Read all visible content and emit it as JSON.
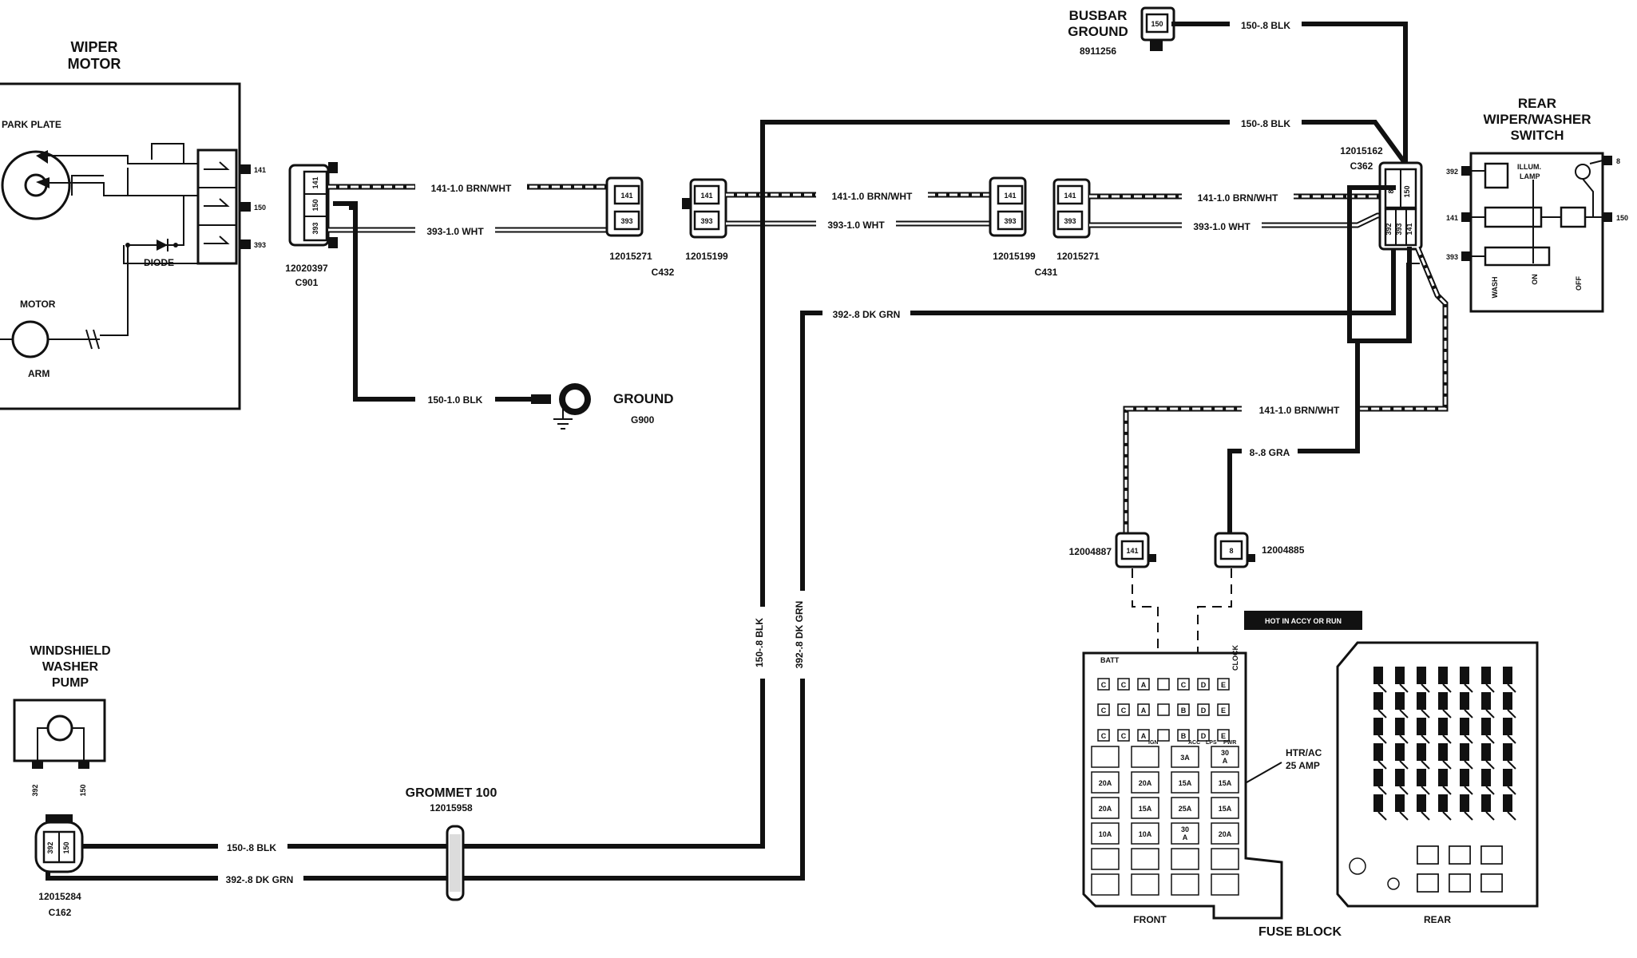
{
  "wiper_motor": {
    "title_line1": "WIPER",
    "title_line2": "MOTOR",
    "park_plate": "PARK PLATE",
    "diode": "DIODE",
    "motor": "MOTOR",
    "arm": "ARM",
    "pins": [
      "141",
      "150",
      "393"
    ]
  },
  "c901": {
    "part": "12020397",
    "id": "C901",
    "pins": [
      "141",
      "150",
      "393"
    ]
  },
  "ground": {
    "label": "GROUND",
    "id": "G900",
    "wire": "150-1.0 BLK"
  },
  "wires": {
    "w141_1": "141-1.0 BRN/WHT",
    "w393_1": "393-1.0 WHT",
    "w141_2": "141-1.0 BRN/WHT",
    "w393_2": "393-1.0 WHT",
    "w141_3": "141-1.0 BRN/WHT",
    "w393_3": "393-1.0 WHT",
    "w150_top": "150-.8 BLK",
    "w150_mid": "150-.8 BLK",
    "w392_top": "392-.8 DK GRN",
    "w150_vert": "150-.8 BLK",
    "w392_vert": "392-.8 DK GRN",
    "w150_bottom": "150-.8 BLK",
    "w392_bottom": "392-.8 DK GRN",
    "w141_fuse": "141-1.0 BRN/WHT",
    "w8_gra": "8-.8 GRA"
  },
  "c432": {
    "left_part": "12015271",
    "right_part": "12015199",
    "id": "C432",
    "pins": [
      "141",
      "393"
    ]
  },
  "c431": {
    "left_part": "12015199",
    "right_part": "12015271",
    "id": "C431",
    "pins": [
      "141",
      "393"
    ]
  },
  "busbar": {
    "line1": "BUSBAR",
    "line2": "GROUND",
    "part": "8911256",
    "pin": "150"
  },
  "c362": {
    "part": "12015162",
    "id": "C362",
    "pins_top": [
      "8",
      "150"
    ],
    "pins_bottom": [
      "392",
      "393",
      "141"
    ]
  },
  "rear_switch": {
    "line1": "REAR",
    "line2": "WIPER/WASHER",
    "line3": "SWITCH",
    "illum": "ILLUM.",
    "lamp": "LAMP",
    "positions": [
      "WASH",
      "ON",
      "OFF"
    ],
    "pins_left": [
      "392",
      "141",
      "393"
    ],
    "pins_right": [
      "8",
      "150"
    ]
  },
  "washer_pump": {
    "line1": "WINDSHIELD",
    "line2": "WASHER",
    "line3": "PUMP",
    "pins": [
      "392",
      "150"
    ]
  },
  "c162": {
    "part": "12015284",
    "id": "C162",
    "pins": [
      "392",
      "150"
    ]
  },
  "grommet": {
    "label": "GROMMET 100",
    "part": "12015958"
  },
  "fuse_connectors": {
    "left_part": "12004887",
    "left_pin": "141",
    "right_part": "12004885",
    "right_pin": "8"
  },
  "fuse_block": {
    "hot_label": "HOT IN ACCY OR RUN",
    "callout_line1": "HTR/AC",
    "callout_line2": "25 AMP",
    "front": "FRONT",
    "rear": "REAR",
    "title": "FUSE BLOCK",
    "batt": "BATT",
    "clock": "CLOCK",
    "row1": [
      "C",
      "C",
      "A",
      "",
      "C",
      "D",
      "E"
    ],
    "row2": [
      "C",
      "C",
      "A",
      "",
      "B",
      "D",
      "E"
    ],
    "row3": [
      "C",
      "C",
      "A",
      "",
      "B",
      "D",
      "E"
    ],
    "col_heads": [
      "IGN",
      "ACC",
      "LPS",
      "PWR"
    ],
    "fuse_rows": [
      [
        "",
        "",
        "3A",
        "30\nA"
      ],
      [
        "20A",
        "20A",
        "15A",
        "15A"
      ],
      [
        "20A",
        "15A",
        "25A",
        "15A"
      ],
      [
        "10A",
        "10A",
        "30\nA",
        "20A"
      ],
      [
        "",
        "",
        "",
        ""
      ],
      [
        "",
        "",
        "",
        ""
      ]
    ]
  },
  "colors": {
    "ink": "#111111",
    "paper": "#ffffff"
  }
}
